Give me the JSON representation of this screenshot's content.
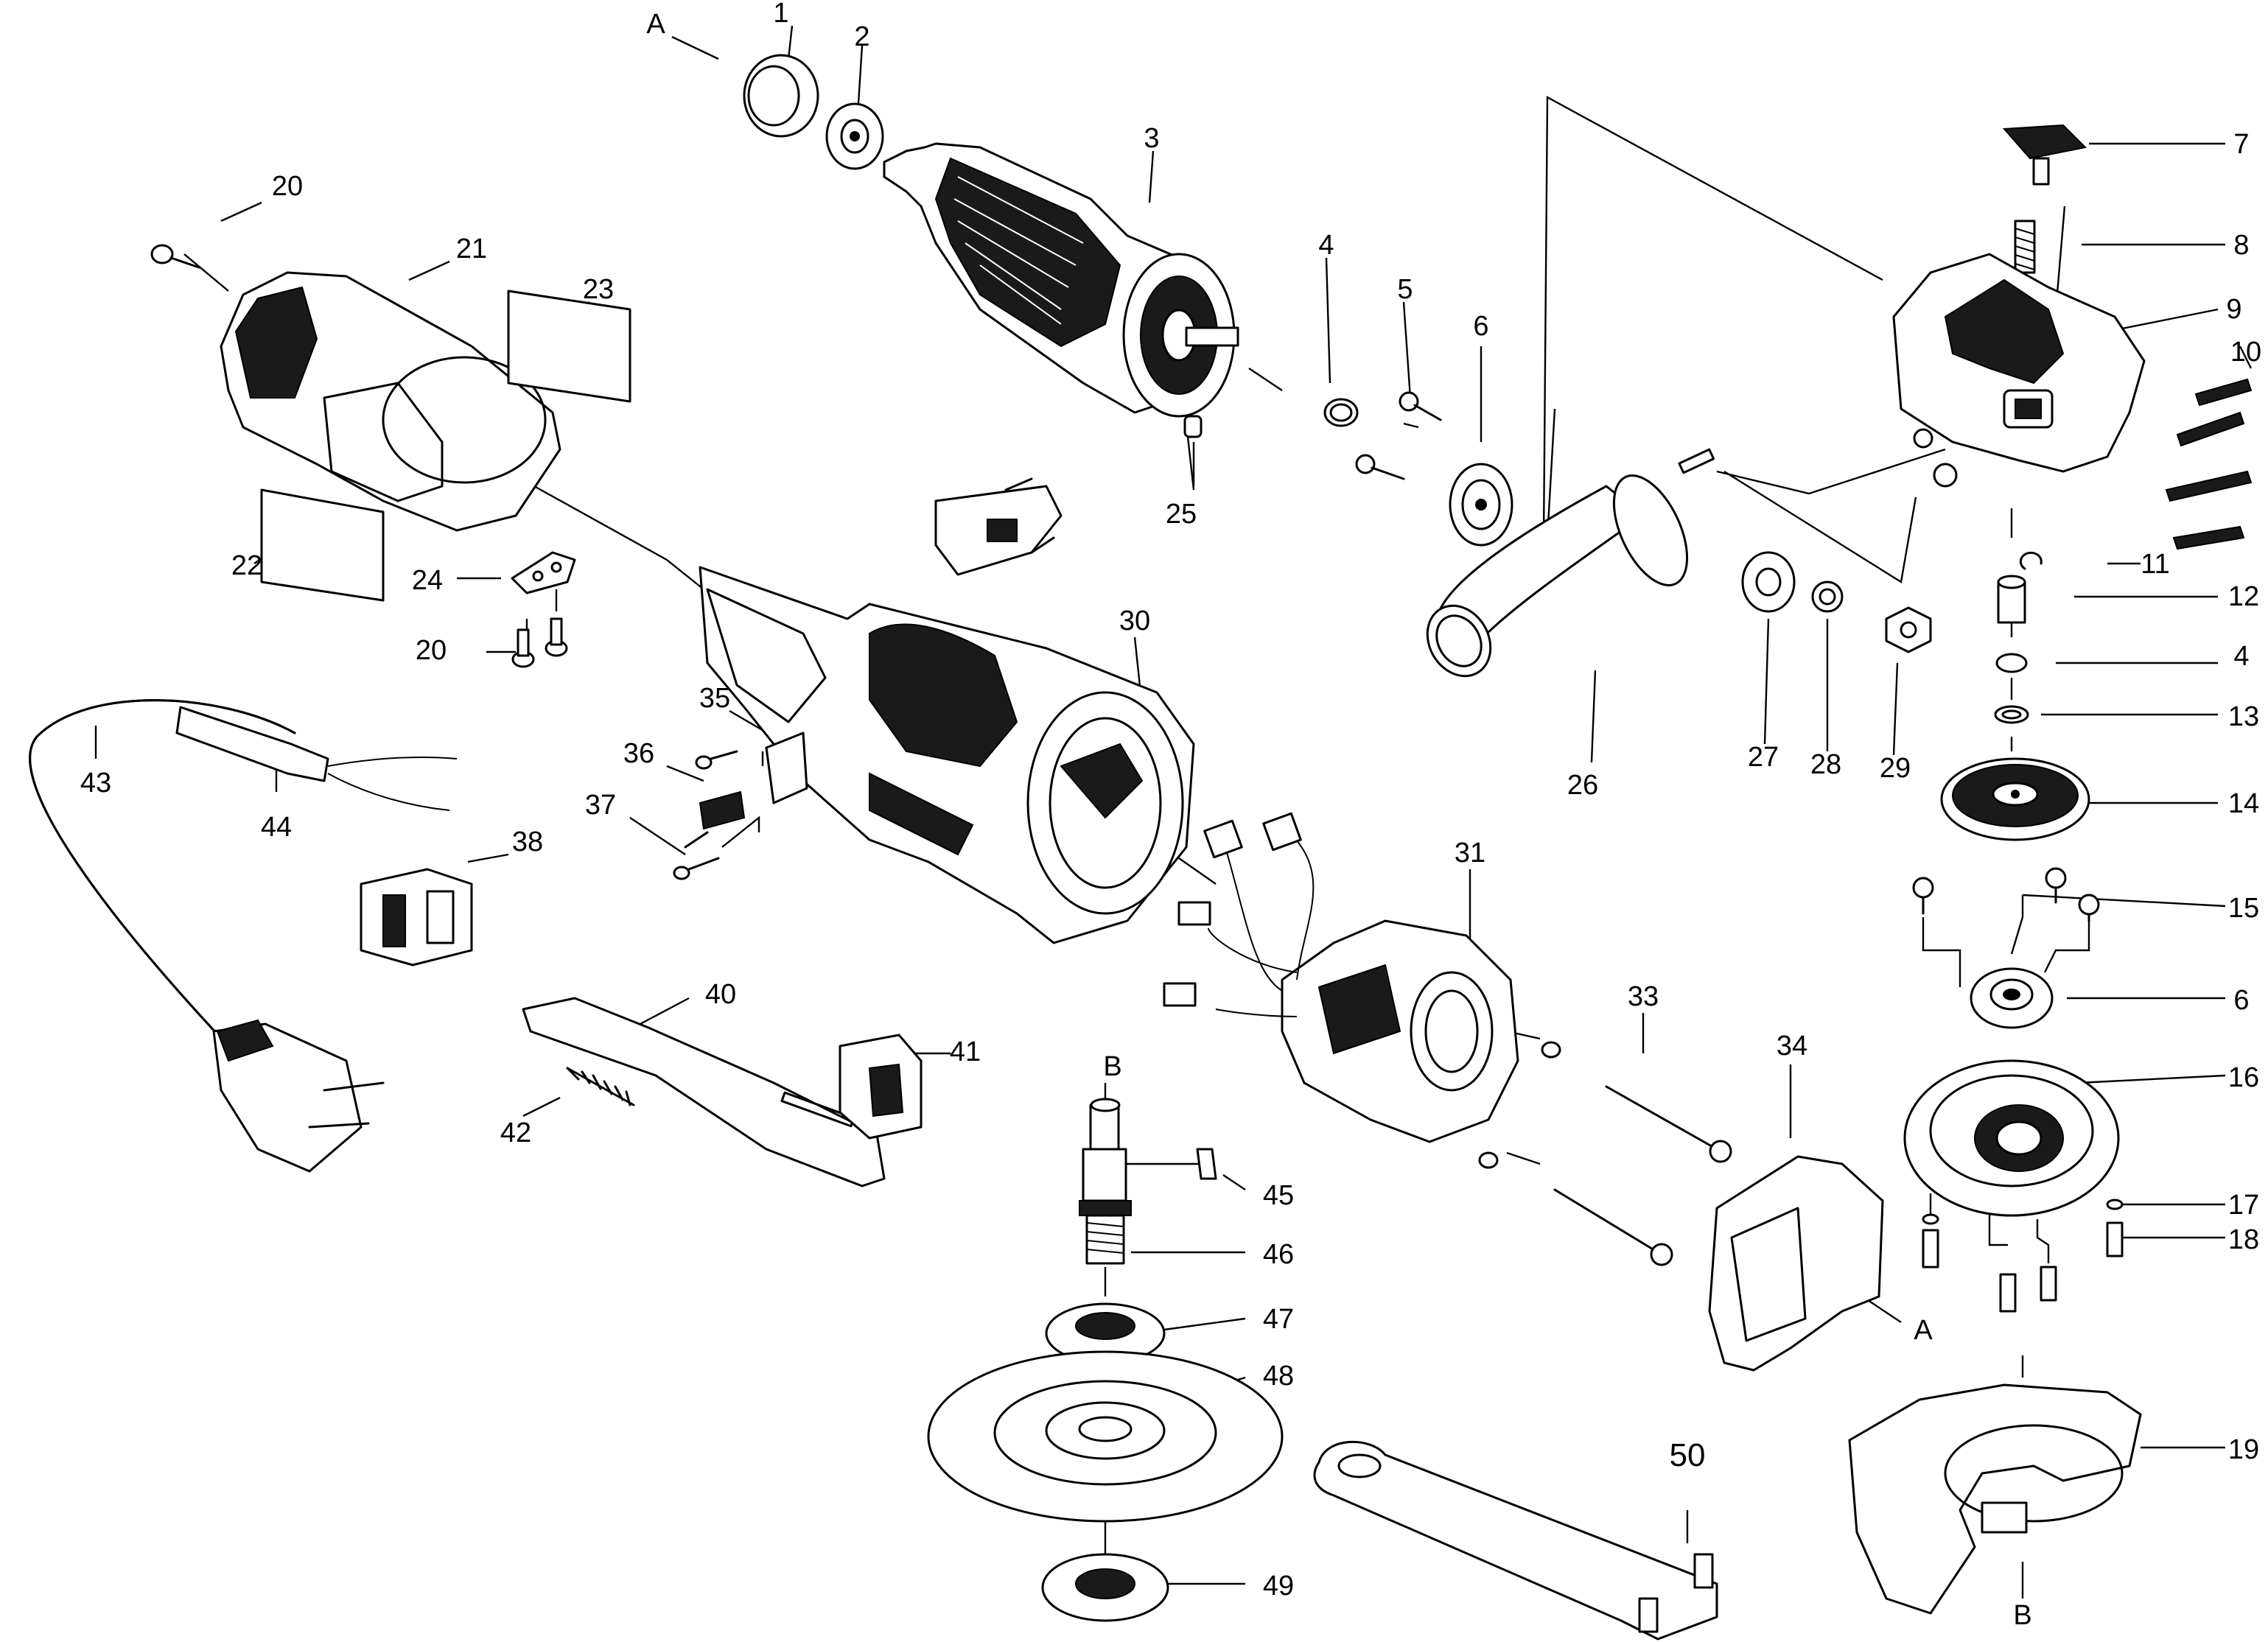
{
  "callouts": {
    "c1": "1",
    "c2": "2",
    "c3": "3",
    "c4a": "4",
    "c4b": "4",
    "c5": "5",
    "c6a": "6",
    "c6b": "6",
    "c7": "7",
    "c8": "8",
    "c9": "9",
    "c10": "10",
    "c11": "11",
    "c12": "12",
    "c13": "13",
    "c14": "14",
    "c15": "15",
    "c16": "16",
    "c17": "17",
    "c18": "18",
    "c19": "19",
    "c20a": "20",
    "c20b": "20",
    "c21": "21",
    "c22": "22",
    "c23": "23",
    "c24": "24",
    "c25": "25",
    "c26": "26",
    "c27": "27",
    "c28": "28",
    "c29": "29",
    "c30": "30",
    "c31": "31",
    "c33": "33",
    "c34": "34",
    "c35": "35",
    "c36": "36",
    "c37": "37",
    "c38": "38",
    "c40": "40",
    "c41": "41",
    "c42": "42",
    "c43": "43",
    "c44": "44",
    "c45": "45",
    "c46": "46",
    "c47": "47",
    "c48": "48",
    "c49": "49",
    "c50": "50",
    "refA1": "A",
    "refA2": "A",
    "refB1": "B",
    "refB2": "B"
  }
}
